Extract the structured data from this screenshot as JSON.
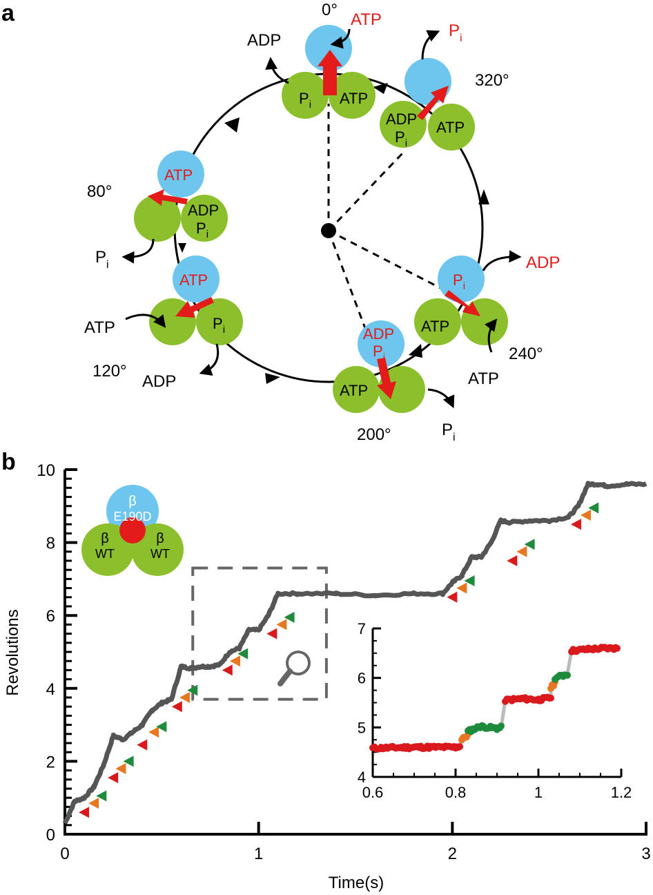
{
  "panel_a": {
    "label": "a",
    "angles": [
      "0°",
      "80°",
      "120°",
      "200°",
      "240°",
      "320°"
    ],
    "states": {
      "s0": {
        "blue": "",
        "left": "P",
        "left_sub": "i",
        "right": "ATP"
      },
      "s80": {
        "blue": "ATP",
        "left": "",
        "right_line1": "ADP",
        "right_line2": "P",
        "right_sub": "i"
      },
      "s120": {
        "blue": "ATP",
        "left": "",
        "right": "P",
        "right_sub": "i"
      },
      "s200": {
        "blue_line1": "ADP",
        "blue_line2": "P",
        "blue_sub": "i",
        "left": "ATP",
        "right": ""
      },
      "s240": {
        "blue": "P",
        "blue_sub": "i",
        "left": "ATP",
        "right": ""
      },
      "s320": {
        "blue": "",
        "left_line1": "ADP",
        "left_line2": "P",
        "left_sub": "i",
        "right": "ATP"
      }
    },
    "exchange_labels": {
      "top_atp_in": "ATP",
      "top_adp_out": "ADP",
      "pi_320": "P",
      "pi_320_sub": "i",
      "pi_80": "P",
      "pi_80_sub": "i",
      "atp_120_in": "ATP",
      "adp_120_out": "ADP",
      "pi_200": "P",
      "pi_200_sub": "i",
      "adp_240_out": "ADP",
      "atp_240_in": "ATP"
    },
    "colors": {
      "beta_blue": "#6ec6ef",
      "beta_green": "#8cbf2c",
      "arrow_red": "#e31b1b",
      "text_red": "#e31b1b"
    }
  },
  "panel_b": {
    "label": "b",
    "inset_diagram": {
      "top_beta": "β",
      "top_mutation": "E190D",
      "left_beta": "β",
      "left_type": "WT",
      "right_beta": "β",
      "right_type": "WT"
    },
    "colors": {
      "trace": "#555555",
      "red": "#d9191c",
      "orange": "#e87722",
      "green": "#1e8a3c",
      "box": "#666666"
    }
  },
  "chart_data": [
    {
      "type": "line",
      "xlabel": "Time(s)",
      "ylabel": "Revolutions",
      "xlim": [
        0,
        3
      ],
      "ylim": [
        0,
        10
      ],
      "xticks": [
        "0",
        "1",
        "2",
        "3"
      ],
      "yticks": [
        "0",
        "2",
        "4",
        "6",
        "8",
        "10"
      ],
      "series": [
        {
          "x": [
            0,
            0.05,
            0.1,
            0.15,
            0.2,
            0.25,
            0.3,
            0.35,
            0.4,
            0.45,
            0.5,
            0.55,
            0.6,
            0.65,
            0.7,
            0.75,
            0.8,
            0.85,
            0.9,
            0.95,
            1.0,
            1.05,
            1.1,
            1.2,
            1.4,
            1.6,
            1.8,
            1.95,
            2.0,
            2.05,
            2.1,
            2.15,
            2.2,
            2.25,
            2.3,
            2.4,
            2.5,
            2.6,
            2.65,
            2.7,
            2.75,
            2.8,
            2.9,
            3.0
          ],
          "y": [
            0.3,
            0.9,
            1.0,
            1.3,
            1.9,
            2.7,
            2.6,
            2.8,
            3.0,
            3.4,
            3.6,
            3.7,
            4.6,
            4.55,
            4.6,
            4.6,
            4.65,
            5.0,
            5.1,
            5.6,
            5.6,
            6.0,
            6.6,
            6.6,
            6.6,
            6.55,
            6.6,
            6.6,
            6.9,
            7.1,
            7.6,
            7.6,
            8.0,
            8.6,
            8.55,
            8.6,
            8.6,
            8.7,
            9.0,
            9.6,
            9.6,
            9.55,
            9.6,
            9.6
          ]
        }
      ],
      "markers": [
        {
          "x": 0.1,
          "y": 0.6,
          "color": "red"
        },
        {
          "x": 0.15,
          "y": 0.85,
          "color": "orange"
        },
        {
          "x": 0.19,
          "y": 1.05,
          "color": "green"
        },
        {
          "x": 0.25,
          "y": 1.55,
          "color": "red"
        },
        {
          "x": 0.29,
          "y": 1.8,
          "color": "orange"
        },
        {
          "x": 0.33,
          "y": 2.0,
          "color": "green"
        },
        {
          "x": 0.4,
          "y": 2.45,
          "color": "red"
        },
        {
          "x": 0.46,
          "y": 2.8,
          "color": "orange"
        },
        {
          "x": 0.5,
          "y": 2.95,
          "color": "green"
        },
        {
          "x": 0.58,
          "y": 3.5,
          "color": "red"
        },
        {
          "x": 0.62,
          "y": 3.75,
          "color": "orange"
        },
        {
          "x": 0.66,
          "y": 3.95,
          "color": "green"
        },
        {
          "x": 0.84,
          "y": 4.5,
          "color": "red"
        },
        {
          "x": 0.88,
          "y": 4.75,
          "color": "orange"
        },
        {
          "x": 0.92,
          "y": 4.95,
          "color": "green"
        },
        {
          "x": 1.07,
          "y": 5.5,
          "color": "red"
        },
        {
          "x": 1.12,
          "y": 5.75,
          "color": "orange"
        },
        {
          "x": 1.16,
          "y": 5.95,
          "color": "green"
        },
        {
          "x": 2.0,
          "y": 6.5,
          "color": "red"
        },
        {
          "x": 2.05,
          "y": 6.75,
          "color": "orange"
        },
        {
          "x": 2.09,
          "y": 6.95,
          "color": "green"
        },
        {
          "x": 2.31,
          "y": 7.5,
          "color": "red"
        },
        {
          "x": 2.36,
          "y": 7.75,
          "color": "orange"
        },
        {
          "x": 2.4,
          "y": 7.95,
          "color": "green"
        },
        {
          "x": 2.64,
          "y": 8.5,
          "color": "red"
        },
        {
          "x": 2.69,
          "y": 8.75,
          "color": "orange"
        },
        {
          "x": 2.73,
          "y": 8.95,
          "color": "green"
        }
      ],
      "zoom_box": {
        "x": [
          0.66,
          1.35
        ],
        "y": [
          3.7,
          7.3
        ]
      }
    },
    {
      "type": "scatter",
      "xlim": [
        0.6,
        1.2
      ],
      "ylim": [
        4,
        7
      ],
      "xticks": [
        "0.6",
        "0.8",
        "1",
        "1.2"
      ],
      "yticks": [
        "4",
        "5",
        "6",
        "7"
      ],
      "segments": [
        {
          "color": "red",
          "x": [
            0.6,
            0.7,
            0.8,
            0.81
          ],
          "y": [
            4.58,
            4.6,
            4.6,
            4.62
          ]
        },
        {
          "color": "orange",
          "x": [
            0.815,
            0.83
          ],
          "y": [
            4.75,
            4.85
          ]
        },
        {
          "color": "green",
          "x": [
            0.83,
            0.86,
            0.9,
            0.91
          ],
          "y": [
            4.92,
            5.02,
            4.98,
            5.0
          ]
        },
        {
          "color": "red",
          "x": [
            0.92,
            0.96,
            1.0,
            1.03
          ],
          "y": [
            5.55,
            5.58,
            5.56,
            5.6
          ]
        },
        {
          "color": "orange",
          "x": [
            1.03,
            1.04
          ],
          "y": [
            5.8,
            5.9
          ]
        },
        {
          "color": "green",
          "x": [
            1.04,
            1.06,
            1.07
          ],
          "y": [
            6.0,
            6.05,
            6.08
          ]
        },
        {
          "color": "red",
          "x": [
            1.08,
            1.12,
            1.16,
            1.19
          ],
          "y": [
            6.55,
            6.58,
            6.6,
            6.6
          ]
        }
      ]
    }
  ]
}
